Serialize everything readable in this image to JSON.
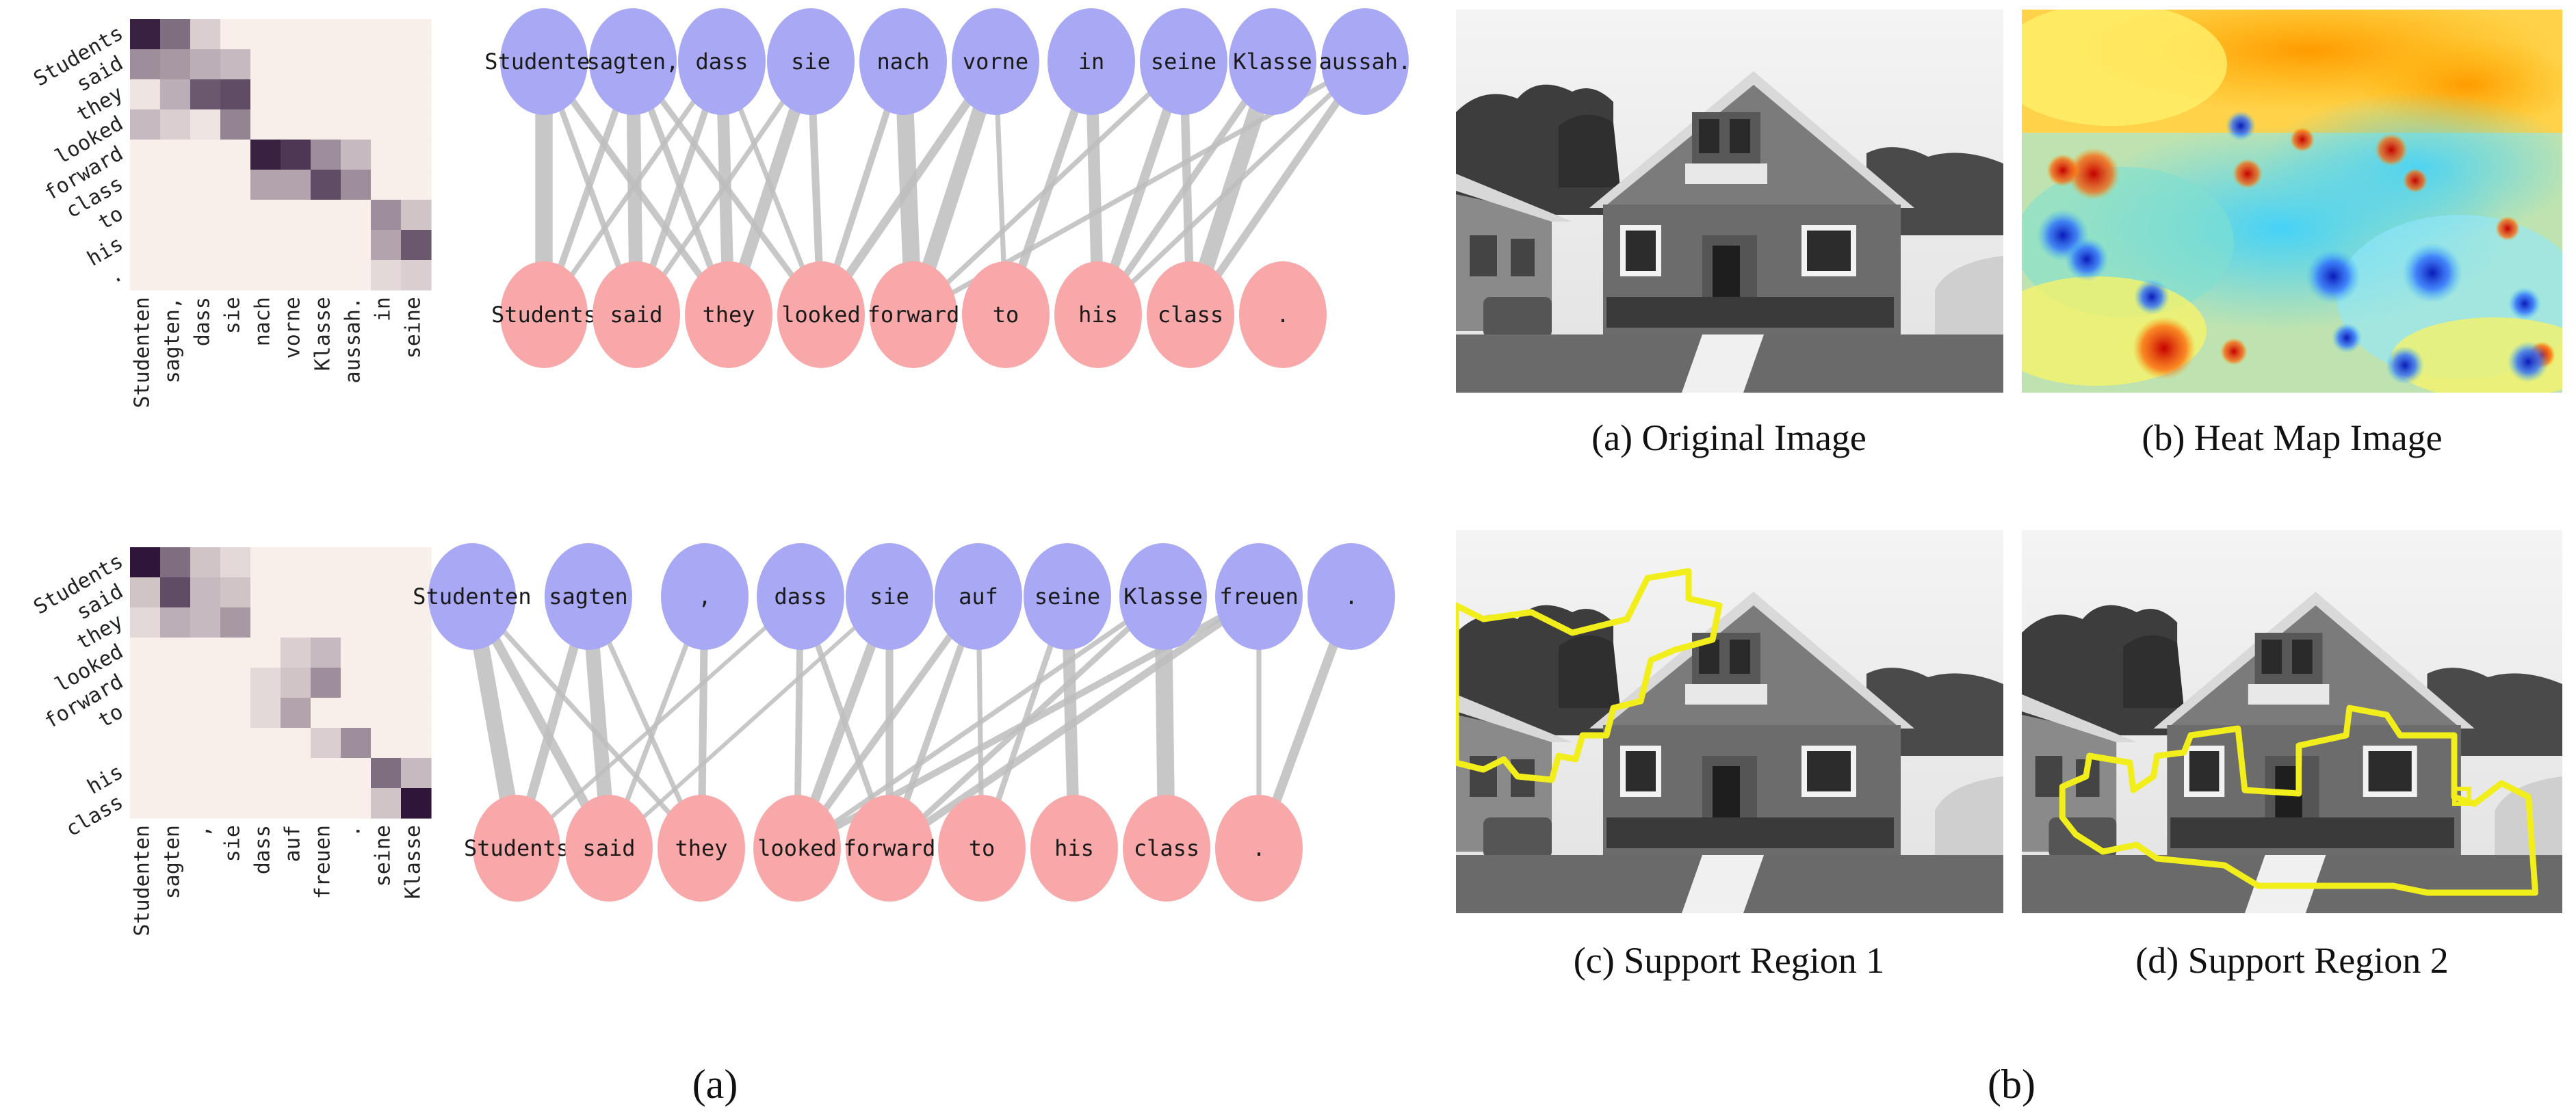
{
  "panel_a": {
    "label": "(a)",
    "top": {
      "heat_rows": [
        "Students",
        "said",
        "they",
        "looked",
        "forward",
        "class",
        "to",
        "his",
        "."
      ],
      "heat_cols": [
        "Studenten",
        "sagten,",
        "dass",
        "sie",
        "nach",
        "vorne",
        "Klasse",
        "aussah.",
        "in",
        "seine"
      ],
      "heat_values": [
        [
          0.95,
          0.6,
          0.15,
          0,
          0,
          0,
          0,
          0,
          0,
          0
        ],
        [
          0.45,
          0.4,
          0.3,
          0.25,
          0,
          0,
          0,
          0,
          0,
          0
        ],
        [
          0.05,
          0.3,
          0.7,
          0.75,
          0,
          0,
          0,
          0,
          0,
          0
        ],
        [
          0.25,
          0.15,
          0.05,
          0.5,
          0,
          0,
          0,
          0,
          0,
          0
        ],
        [
          0,
          0,
          0,
          0,
          0.95,
          0.85,
          0.45,
          0.25,
          0,
          0
        ],
        [
          0,
          0,
          0,
          0,
          0.35,
          0.35,
          0.75,
          0.45,
          0,
          0
        ],
        [
          0,
          0,
          0,
          0,
          0,
          0,
          0,
          0,
          0.45,
          0.2
        ],
        [
          0,
          0,
          0,
          0,
          0,
          0,
          0,
          0,
          0.35,
          0.7
        ],
        [
          0,
          0,
          0,
          0,
          0,
          0,
          0,
          0,
          0.1,
          0.15
        ]
      ],
      "source_tokens": [
        "Studenten",
        "sagten,",
        "dass",
        "sie",
        "nach",
        "vorne",
        "in",
        "seine",
        "Klasse",
        "aussah."
      ],
      "target_tokens": [
        "Students",
        "said",
        "they",
        "looked",
        "forward",
        "to",
        "his",
        "class",
        "."
      ],
      "links": [
        [
          0,
          0,
          0.9
        ],
        [
          0,
          2,
          0.3
        ],
        [
          0,
          1,
          0.25
        ],
        [
          1,
          1,
          0.7
        ],
        [
          1,
          0,
          0.3
        ],
        [
          1,
          2,
          0.3
        ],
        [
          1,
          3,
          0.25
        ],
        [
          2,
          2,
          0.6
        ],
        [
          2,
          1,
          0.3
        ],
        [
          2,
          3,
          0.2
        ],
        [
          2,
          0,
          0.2
        ],
        [
          3,
          2,
          0.6
        ],
        [
          3,
          3,
          0.35
        ],
        [
          3,
          1,
          0.2
        ],
        [
          4,
          4,
          0.9
        ],
        [
          4,
          3,
          0.3
        ],
        [
          5,
          4,
          0.75
        ],
        [
          5,
          3,
          0.4
        ],
        [
          5,
          5,
          0.2
        ],
        [
          6,
          6,
          0.6
        ],
        [
          6,
          5,
          0.4
        ],
        [
          7,
          6,
          0.45
        ],
        [
          7,
          7,
          0.4
        ],
        [
          7,
          4,
          0.2
        ],
        [
          8,
          7,
          0.85
        ],
        [
          8,
          6,
          0.3
        ],
        [
          9,
          7,
          0.35
        ],
        [
          9,
          6,
          0.2
        ],
        [
          9,
          4,
          0.2
        ]
      ]
    },
    "bottom": {
      "heat_rows": [
        "Students",
        "said",
        "they",
        "looked",
        "forward",
        "to",
        "",
        "his",
        "class"
      ],
      "heat_cols": [
        "Studenten",
        "sagten",
        ",",
        "sie",
        "dass",
        "auf",
        "freuen",
        ".",
        "seine",
        "Klasse"
      ],
      "heat_values": [
        [
          1.0,
          0.6,
          0.2,
          0.1,
          0,
          0,
          0,
          0,
          0,
          0
        ],
        [
          0.2,
          0.75,
          0.25,
          0.2,
          0,
          0,
          0,
          0,
          0,
          0
        ],
        [
          0.1,
          0.3,
          0.25,
          0.4,
          0,
          0,
          0,
          0,
          0,
          0
        ],
        [
          0,
          0,
          0,
          0,
          0,
          0.15,
          0.25,
          0,
          0,
          0
        ],
        [
          0,
          0,
          0,
          0,
          0.1,
          0.2,
          0.45,
          0,
          0,
          0
        ],
        [
          0,
          0,
          0,
          0,
          0.1,
          0.35,
          0,
          0,
          0,
          0
        ],
        [
          0,
          0,
          0,
          0,
          0,
          0,
          0.15,
          0.45,
          0,
          0
        ],
        [
          0,
          0,
          0,
          0,
          0,
          0,
          0,
          0,
          0.6,
          0.25
        ],
        [
          0,
          0,
          0,
          0,
          0,
          0,
          0,
          0,
          0.2,
          1.0
        ]
      ],
      "source_tokens": [
        "Studenten",
        "sagten",
        ",",
        "dass",
        "sie",
        "auf",
        "seine",
        "Klasse",
        "freuen",
        "."
      ],
      "target_tokens": [
        "Students",
        "said",
        "they",
        "looked",
        "forward",
        "to",
        "his",
        "class",
        "."
      ],
      "links": [
        [
          0,
          0,
          0.85
        ],
        [
          0,
          1,
          0.45
        ],
        [
          0,
          2,
          0.2
        ],
        [
          1,
          1,
          0.75
        ],
        [
          1,
          0,
          0.45
        ],
        [
          1,
          2,
          0.2
        ],
        [
          2,
          2,
          0.35
        ],
        [
          2,
          1,
          0.2
        ],
        [
          3,
          3,
          0.3
        ],
        [
          3,
          4,
          0.25
        ],
        [
          3,
          0,
          0.15
        ],
        [
          4,
          3,
          0.45
        ],
        [
          4,
          4,
          0.35
        ],
        [
          4,
          1,
          0.15
        ],
        [
          5,
          4,
          0.3
        ],
        [
          5,
          3,
          0.3
        ],
        [
          5,
          5,
          0.2
        ],
        [
          6,
          6,
          0.6
        ],
        [
          6,
          5,
          0.25
        ],
        [
          7,
          7,
          0.9
        ],
        [
          7,
          4,
          0.25
        ],
        [
          7,
          3,
          0.2
        ],
        [
          8,
          4,
          0.35
        ],
        [
          8,
          3,
          0.3
        ],
        [
          8,
          8,
          0.2
        ],
        [
          9,
          8,
          0.45
        ]
      ]
    }
  },
  "panel_b": {
    "label": "(b)",
    "captions": [
      "(a) Original Image",
      "(b) Heat Map Image",
      "(c) Support Region 1",
      "(d) Support Region 2"
    ]
  },
  "colors": {
    "source_node": "#a8a8f4",
    "target_node": "#f8a8a8",
    "edge": "#bdbdbd",
    "heat_low": "#f8efeb",
    "heat_high": "#2f1639",
    "region_outline": "#f2ee1c"
  }
}
